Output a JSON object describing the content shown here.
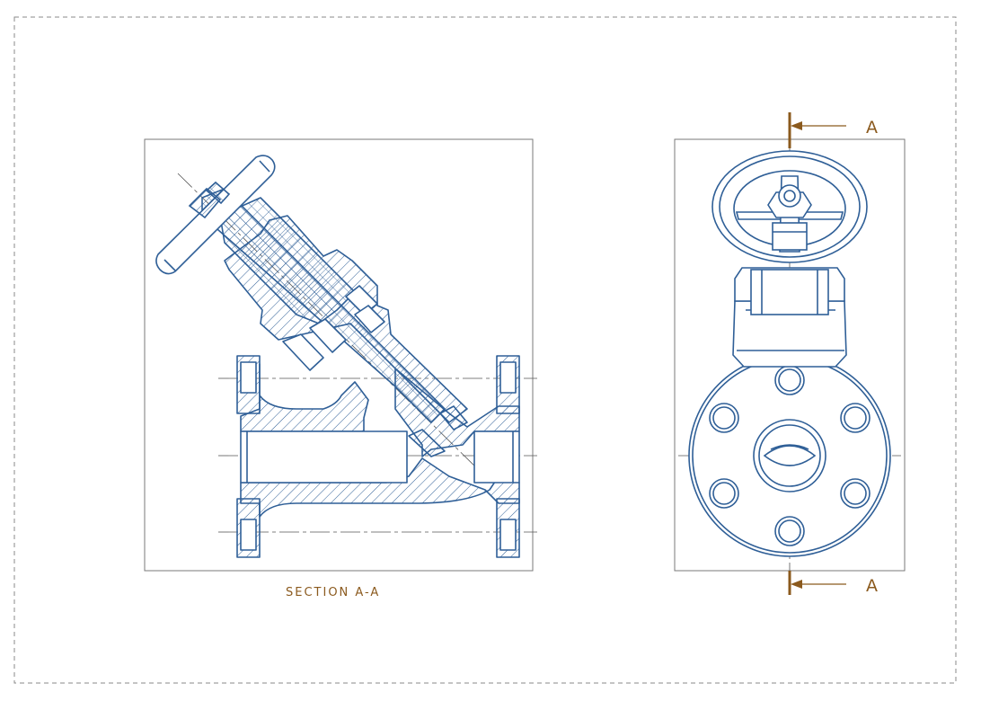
{
  "drawing": {
    "section_label": "SECTION A-A",
    "cut_label_top": "A",
    "cut_label_bottom": "A",
    "colors": {
      "line": "#2f5f97",
      "annotation": "#8b5a1e",
      "frame": "#7a7a7a",
      "border": "#8a8a8a"
    }
  }
}
